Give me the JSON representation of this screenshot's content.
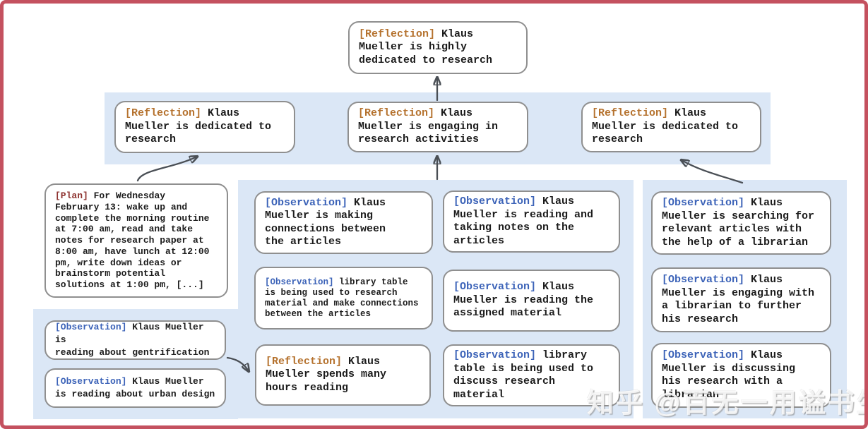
{
  "watermark": {
    "text": "知乎 @百无一用谥书生"
  },
  "colors": {
    "frame_border": "#c4515f",
    "band_background": "#dbe7f6",
    "card_border": "#8f8f8f",
    "body_text": "#1c1c1c",
    "reflection_tag": "#b5722e",
    "observation_tag": "#3c63b8",
    "plan_tag": "#8e3330",
    "arrow": "#4a4f55"
  },
  "nodes": {
    "root": {
      "type": "reflection",
      "tag": "[Reflection]",
      "text": "Klaus\nMueller is highly\ndedicated to research"
    },
    "refLeft": {
      "type": "reflection",
      "tag": "[Reflection]",
      "text": "Klaus\nMueller is dedicated to\nresearch"
    },
    "refCenter": {
      "type": "reflection",
      "tag": "[Reflection]",
      "text": "Klaus\nMueller is engaging in\nresearch activities"
    },
    "refRight": {
      "type": "reflection",
      "tag": "[Reflection]",
      "text": "Klaus\nMueller is dedicated to\nresearch"
    },
    "plan": {
      "type": "plan",
      "tag": "[Plan]",
      "text": "For Wednesday\nFebruary 13: wake up and\ncomplete the morning routine\nat 7:00 am, read and take\nnotes for research paper at\n8:00 am, have lunch at 12:00\npm, write down ideas or\nbrainstorm potential\nsolutions at 1:00 pm, [...]"
    },
    "obsGentrification": {
      "type": "observation",
      "tag": "[Observation]",
      "text": "Klaus Mueller is\nreading about gentrification"
    },
    "obsUrbanDesign": {
      "type": "observation",
      "tag": "[Observation]",
      "text": "Klaus Mueller\nis reading about urban design"
    },
    "obsConnections": {
      "type": "observation",
      "tag": "[Observation]",
      "text": "Klaus\nMueller is making\nconnections between\nthe articles"
    },
    "obsNotes": {
      "type": "observation",
      "tag": "[Observation]",
      "text": "Klaus\nMueller is reading and\ntaking notes on the\narticles"
    },
    "obsLibraryResearch": {
      "type": "observation",
      "tag": "[Observation]",
      "text": "library table\nis being used to research\nmaterial and make connections\nbetween the articles"
    },
    "obsAssigned": {
      "type": "observation",
      "tag": "[Observation]",
      "text": "Klaus\nMueller is reading the\nassigned material"
    },
    "refHours": {
      "type": "reflection",
      "tag": "[Reflection]",
      "text": "Klaus\nMueller spends many\nhours reading"
    },
    "obsLibraryDiscuss": {
      "type": "observation",
      "tag": "[Observation]",
      "text": "library\ntable is being used to\ndiscuss research material"
    },
    "obsSearching": {
      "type": "observation",
      "tag": "[Observation]",
      "text": "Klaus\nMueller is searching for\nrelevant articles with\nthe help of a librarian"
    },
    "obsEngaging": {
      "type": "observation",
      "tag": "[Observation]",
      "text": "Klaus\nMueller is engaging with\na librarian to further\nhis research"
    },
    "obsDiscussing": {
      "type": "observation",
      "tag": "[Observation]",
      "text": "Klaus\nMueller is discussing\nhis research with a\nlibrarian"
    }
  }
}
